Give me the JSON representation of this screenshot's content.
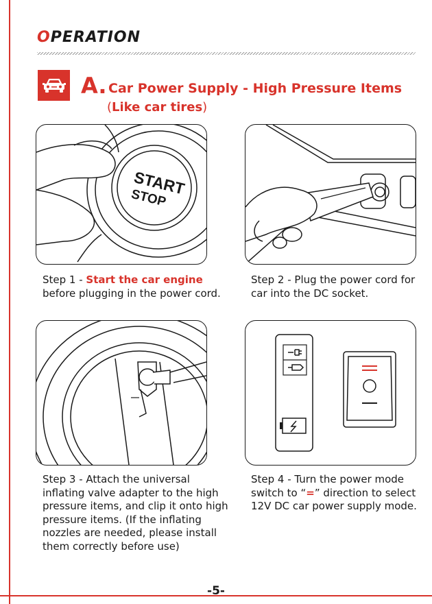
{
  "heading": {
    "first_letter": "O",
    "rest": "PERATION"
  },
  "section": {
    "icon": "car-icon",
    "letter": "A.",
    "title": "Car Power Supply - High Pressure Items",
    "subtitle_open": "(",
    "subtitle": "Like car tires",
    "subtitle_close": ")"
  },
  "panel1": {
    "button_line1": "START",
    "button_line2": "STOP"
  },
  "steps": [
    {
      "prefix": "Step 1 - ",
      "highlight": "Start the car engine",
      "line2": "before plugging in the power cord."
    },
    {
      "line1": "Step 2 - Plug the power cord for",
      "line2": "car into the DC socket."
    },
    {
      "lines": [
        "Step 3 - Attach the universal",
        "inflating valve adapter to the high",
        "pressure items, and clip it onto high",
        "pressure items. (If the inflating",
        "nozzles are needed, please install",
        "them correctly before use)"
      ]
    },
    {
      "line1": "Step 4 - Turn the power mode",
      "line2_pre": "switch to “",
      "symbol": "=",
      "line2_post": "” direction to select",
      "line3": "12V DC car power supply mode."
    }
  ],
  "page_number": "-5-",
  "colors": {
    "accent": "#d8332b",
    "text": "#1a1a1a"
  }
}
